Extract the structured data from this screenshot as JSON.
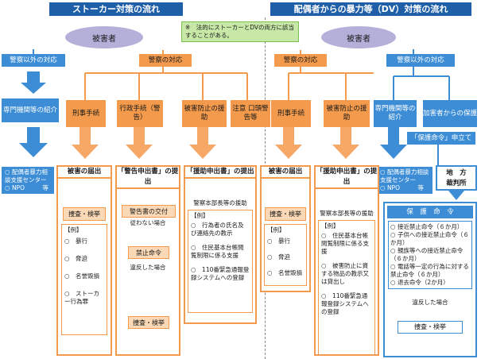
{
  "left_title": "ストーカー対策の流れ",
  "right_title": "配偶者からの暴力等（DV）対策の流れ",
  "note": "※　法的にストーカーとDVの両方に該当することがある。",
  "victim_left": "被害者",
  "victim_right": "被害者",
  "non_police_left": "警察以外の対応",
  "non_police_right": "警察以外の対応",
  "police_left": "警察の対応",
  "police_right": "警察の対応",
  "specialist_left": "専門機関等の紹介",
  "specialist_right": "専門機関等の紹介",
  "protection_right": "加害者からの保護",
  "stalker_routes": [
    "刑事手続",
    "行政手続（警告）",
    "被害防止の援助",
    "注意 口頭警告等"
  ],
  "dv_routes": [
    "刑事手続",
    "被害防止の援助"
  ],
  "support_left": [
    "配偶者暴力相談支援センター",
    "NPO　　　等"
  ],
  "support_right": [
    "配偶者暴力相談支援センター",
    "NPO　　　等"
  ],
  "col1": {
    "title": "被害の届出",
    "action": "捜査・検挙",
    "example": "【例】",
    "items": [
      "暴行",
      "脅迫",
      "名誉毀損",
      "ストーカー行為罪"
    ]
  },
  "col2": {
    "title": "「警告申出書」の提出",
    "step1": "警告書の交付",
    "cond1": "従わない場合",
    "step2": "禁止命令",
    "cond2": "違反した場合",
    "step3": "捜査・検挙"
  },
  "col3": {
    "title": "「援助申出書」の提出",
    "head": "警察本部長等の援助",
    "example": "【例】",
    "items": [
      "行為者の氏名及び連絡先の教示",
      "住民基本台帳閲覧制限に係る支援",
      "110番緊急通報登録システムへの登録"
    ]
  },
  "col4": {
    "title": "被害の届出",
    "action": "捜査・検挙",
    "example": "【例】",
    "items": [
      "暴行",
      "脅迫",
      "名誉毀損"
    ]
  },
  "col5": {
    "title": "「援助申出書」の提出",
    "head": "警察本部長等の援助",
    "example": "【例】",
    "items": [
      "住民基本台帳閲覧制限に係る支援",
      "被害防止に資する物品の教示又は貸出し",
      "110番緊急通報登録システムへの登録"
    ]
  },
  "court_request": "「保護命令」申立て",
  "court": "地　方\n裁判所",
  "protect_title": "保　護　命　令",
  "protect_items": [
    "接近禁止命令（６か月）",
    "子供への接近禁止命令（６か月）",
    "親族等への接近禁止命令（６か月）",
    "電話等一定の行為に対する禁止命令（６か月）",
    "退去命令（2か月）"
  ],
  "violation": "違反した場合",
  "final_action": "捜査・検挙",
  "colors": {
    "header": "#1f5fa8",
    "orange": "#f39a4c",
    "blue": "#3c8dd6",
    "victim": "#b5b0da",
    "note": "#c7e8a7"
  }
}
